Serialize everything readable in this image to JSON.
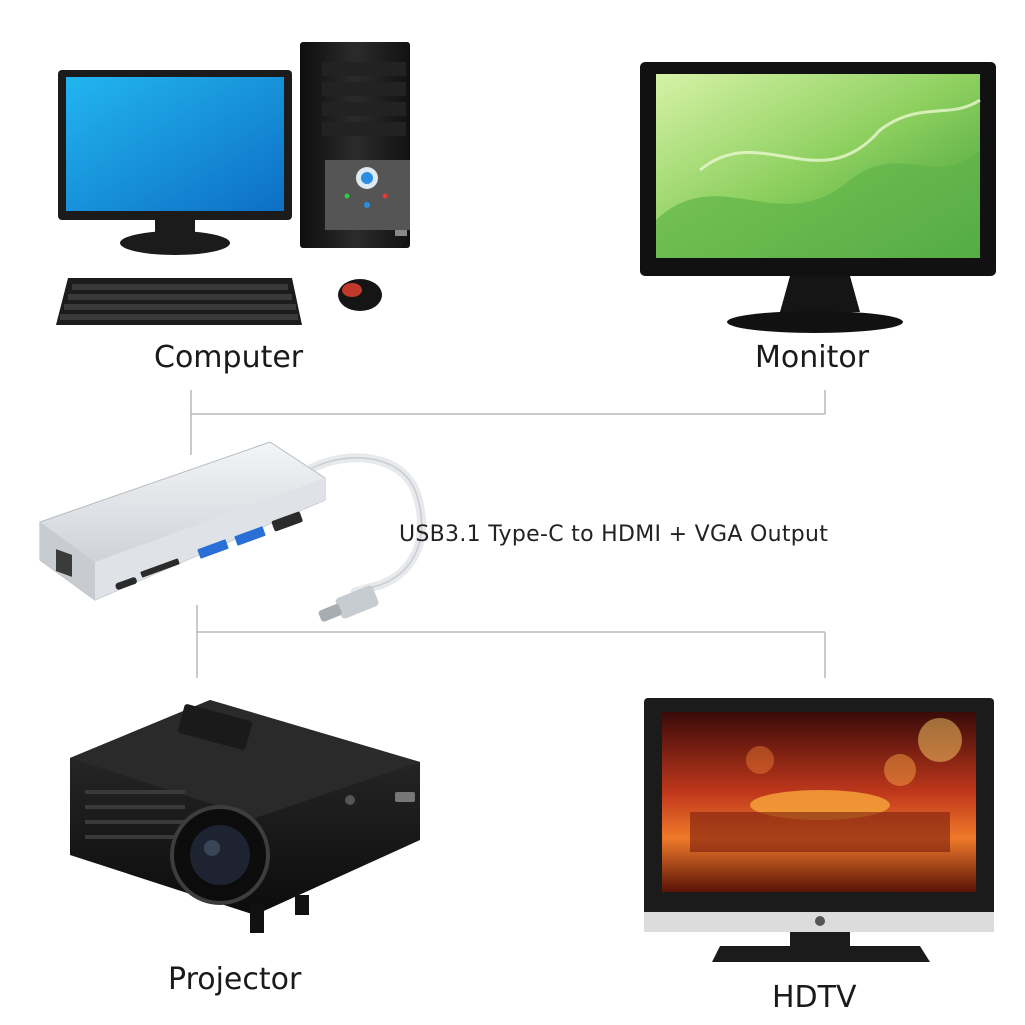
{
  "devices": {
    "computer": {
      "label": "Computer"
    },
    "monitor": {
      "label": "Monitor"
    },
    "projector": {
      "label": "Projector"
    },
    "hdtv": {
      "label": "HDTV"
    }
  },
  "adapter": {
    "caption": "USB3.1 Type-C to HDMI + VGA Output"
  },
  "colors": {
    "connector_line": "#b8b8b8",
    "computer_screen": "#1e9de0",
    "monitor_screen": "#9bd36a",
    "hdtv_screen": "#c0381c",
    "device_body": "#1b1b1b",
    "adapter_body": "#d9dde2",
    "usb_port": "#2a6fd6"
  }
}
